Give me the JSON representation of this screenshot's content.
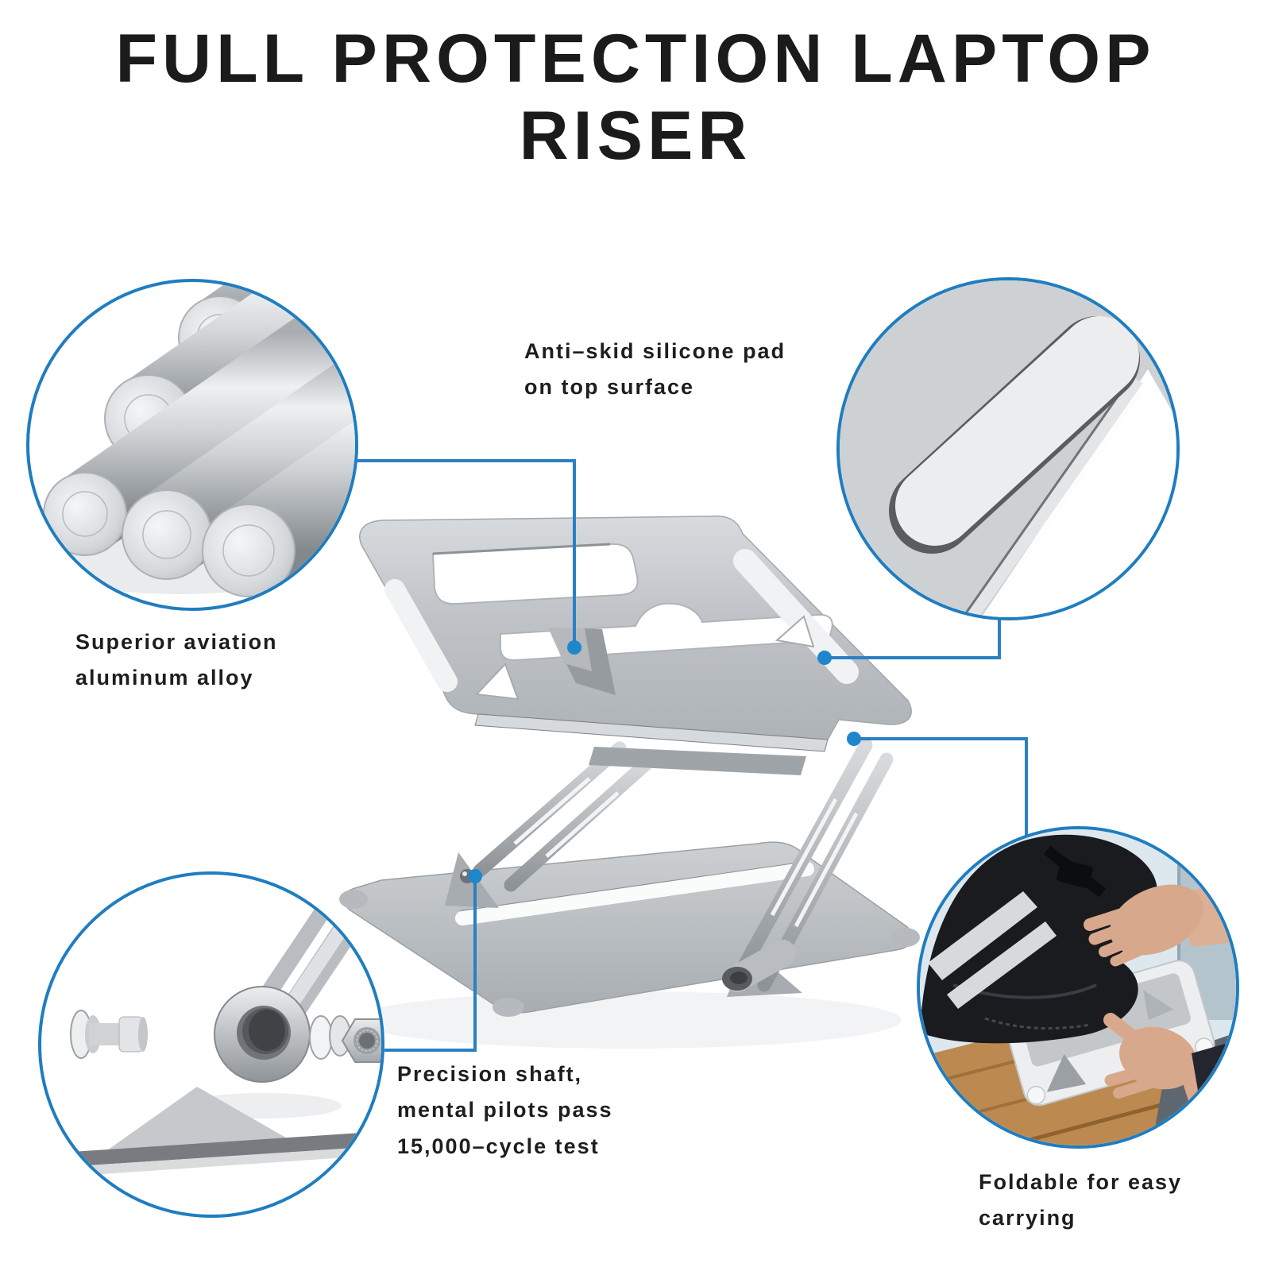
{
  "title": "FULL PROTECTION LAPTOP\nRISER",
  "accent_color": "#2b80c3",
  "features": [
    {
      "id": "anti-skid",
      "text": "Anti–skid silicone pad\non top surface"
    },
    {
      "id": "aluminum",
      "text": "Superior aviation\naluminum alloy"
    },
    {
      "id": "precision",
      "text": "Precision shaft,\nmental pilots pass\n15,000–cycle test"
    },
    {
      "id": "foldable",
      "text": "Foldable for easy\ncarrying"
    }
  ],
  "callout_images": [
    {
      "id": "rods",
      "name": "aluminum-alloy-rods-closeup"
    },
    {
      "id": "pad",
      "name": "silicone-pad-closeup"
    },
    {
      "id": "hinge",
      "name": "precision-shaft-hinge-closeup"
    },
    {
      "id": "carry",
      "name": "foldable-carrying-photo"
    }
  ]
}
